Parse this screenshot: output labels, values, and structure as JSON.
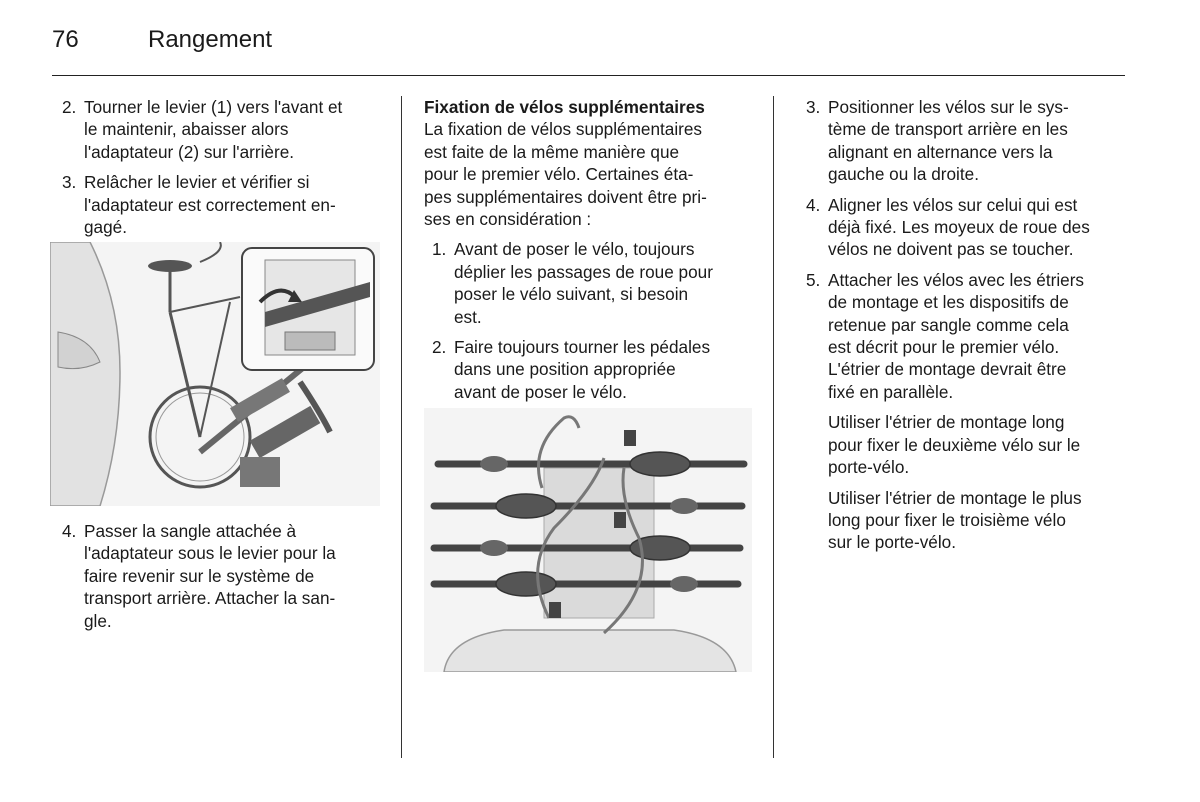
{
  "header": {
    "page_number": "76",
    "title": "Rangement"
  },
  "col1": {
    "item2": {
      "num": "2.",
      "lines": [
        "Tourner le levier (1) vers l'avant et",
        "le maintenir, abaisser alors",
        "l'adaptateur (2) sur l'arrière."
      ]
    },
    "item3": {
      "num": "3.",
      "lines": [
        "Relâcher le levier et vérifier si",
        "l'adaptateur est correctement en‑",
        "gagé."
      ]
    },
    "item4": {
      "num": "4.",
      "lines": [
        "Passer la sangle attachée à",
        "l'adaptateur sous le levier pour la",
        "faire revenir sur le système de",
        "transport arrière. Attacher la san‑",
        "gle."
      ]
    }
  },
  "col2": {
    "subhead": "Fixation de vélos supplémentaires",
    "intro_lines": [
      "La fixation de vélos supplémentaires",
      "est faite de la même manière que",
      "pour le premier vélo. Certaines éta‑",
      "pes supplémentaires doivent être pri‑",
      "ses en considération :"
    ],
    "item1": {
      "num": "1.",
      "lines": [
        "Avant de poser le vélo, toujours",
        "déplier les passages de roue pour",
        "poser le vélo suivant, si besoin",
        "est."
      ]
    },
    "item2": {
      "num": "2.",
      "lines": [
        "Faire toujours tourner les pédales",
        "dans une position appropriée",
        "avant de poser le vélo."
      ]
    }
  },
  "col3": {
    "item3": {
      "num": "3.",
      "lines": [
        "Positionner les vélos sur le sys‑",
        "tème de transport arrière en les",
        "alignant en alternance vers la",
        "gauche ou la droite."
      ]
    },
    "item4": {
      "num": "4.",
      "lines": [
        "Aligner les vélos sur celui qui est",
        "déjà fixé. Les moyeux de roue des",
        "vélos ne doivent pas se toucher."
      ]
    },
    "item5": {
      "num": "5.",
      "lines": [
        "Attacher les vélos avec les étriers",
        "de montage et les dispositifs de",
        "retenue par sangle comme cela",
        "est décrit pour le premier vélo.",
        "L'étrier de montage devrait être",
        "fixé en parallèle."
      ]
    },
    "para1_lines": [
      "Utiliser l'étrier de montage long",
      "pour fixer le deuxième vélo sur le",
      "porte‑vélo."
    ],
    "para2_lines": [
      "Utiliser l'étrier de montage le plus",
      "long pour fixer le troisième vélo",
      "sur le porte‑vélo."
    ]
  }
}
